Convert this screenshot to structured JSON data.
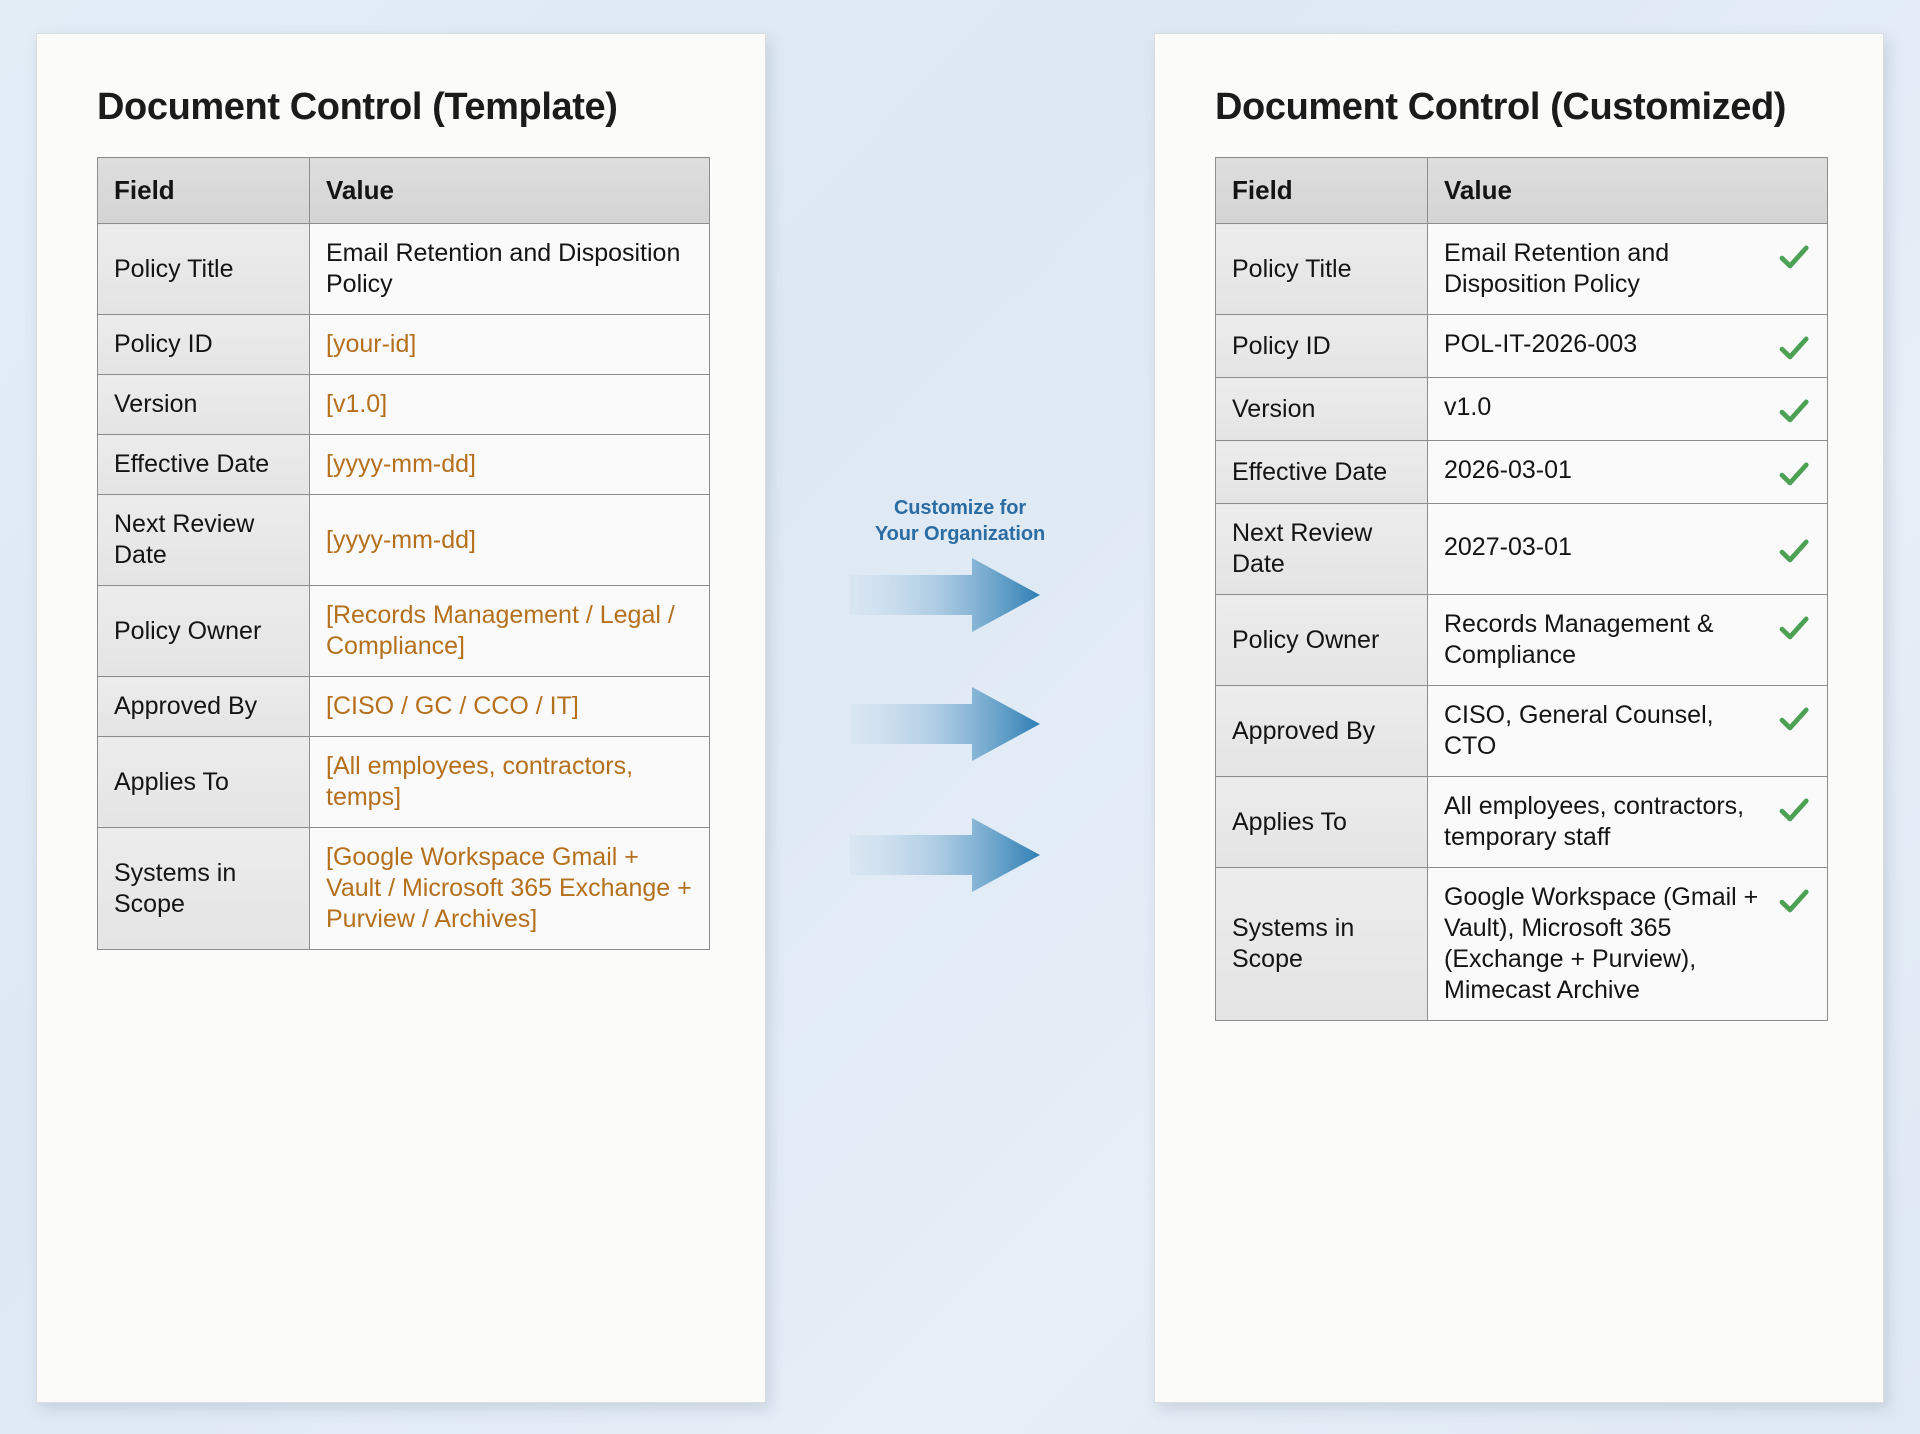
{
  "background": {
    "color": "#dfe9f3"
  },
  "accent": {
    "orange": "#b5701d",
    "green": "#4ca154",
    "blue": "#2b6ca3"
  },
  "left_panel": {
    "title": "Document Control (Template)",
    "columns": [
      "Field",
      "Value"
    ],
    "rows": [
      {
        "field": "Policy Title",
        "value": "Email Retention and Disposition Policy",
        "placeholder": false
      },
      {
        "field": "Policy ID",
        "value": "[your-id]",
        "placeholder": true
      },
      {
        "field": "Version",
        "value": "[v1.0]",
        "placeholder": true
      },
      {
        "field": "Effective Date",
        "value": "[yyyy-mm-dd]",
        "placeholder": true
      },
      {
        "field": "Next Review Date",
        "value": "[yyyy-mm-dd]",
        "placeholder": true
      },
      {
        "field": "Policy Owner",
        "value": "[Records Management / Legal / Compliance]",
        "placeholder": true
      },
      {
        "field": "Approved By",
        "value": "[CISO / GC / CCO / IT]",
        "placeholder": true
      },
      {
        "field": "Applies To",
        "value": "[All employees, contractors, temps]",
        "placeholder": true
      },
      {
        "field": "Systems in Scope",
        "value": "[Google Workspace Gmail + Vault / Microsoft 365 Exchange + Purview / Archives]",
        "placeholder": true
      }
    ]
  },
  "right_panel": {
    "title": "Document Control (Customized)",
    "columns": [
      "Field",
      "Value"
    ],
    "rows": [
      {
        "field": "Policy Title",
        "value": "Email Retention and Disposition Policy",
        "check": true
      },
      {
        "field": "Policy ID",
        "value": "POL-IT-2026-003",
        "check": true
      },
      {
        "field": "Version",
        "value": "v1.0",
        "check": true
      },
      {
        "field": "Effective Date",
        "value": "2026-03-01",
        "check": true
      },
      {
        "field": "Next Review Date",
        "value": "2027-03-01",
        "check": true
      },
      {
        "field": "Policy Owner",
        "value": "Records Management & Compliance",
        "check": true
      },
      {
        "field": "Approved By",
        "value": "CISO, General Counsel, CTO",
        "check": true
      },
      {
        "field": "Applies To",
        "value": "All employees, contractors, temporary staff",
        "check": true
      },
      {
        "field": "Systems in Scope",
        "value": "Google Workspace (Gmail + Vault), Microsoft 365 (Exchange + Purview), Mimecast Archive",
        "check": true
      }
    ]
  },
  "center": {
    "label_line1": "Customize for",
    "label_line2": "Your Organization",
    "arrow_count": 3,
    "arrow_icon": "arrow-right-icon"
  }
}
